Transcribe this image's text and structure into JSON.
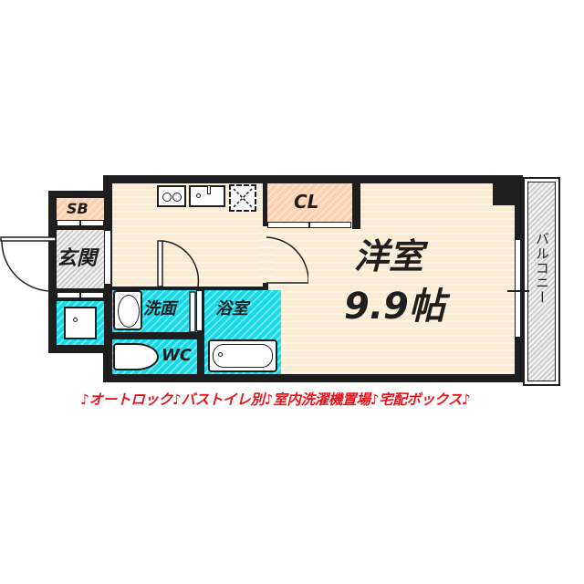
{
  "floor_plan": {
    "rooms": {
      "western_room": {
        "name": "洋室",
        "size": "9.9帖"
      },
      "closet": {
        "label": "CL"
      },
      "shoe_box": {
        "label": "SB"
      },
      "entrance": {
        "label": "玄関"
      },
      "washroom": {
        "label": "洗面"
      },
      "bathroom": {
        "label": "浴室"
      },
      "toilet": {
        "label": "WC"
      },
      "balcony": {
        "label": "バルコニー"
      }
    },
    "fixtures": [
      "stove-burners",
      "kitchen-sink",
      "refrigerator-space",
      "washing-machine-space",
      "wash-basin",
      "toilet-bowl",
      "bathtub"
    ]
  },
  "features_banner": {
    "text": "♪オートロック♪バストイレ別♪室内洗濯機置場♪宅配ボックス♪",
    "items": [
      "オートロック",
      "バストイレ別",
      "室内洗濯機置場",
      "宅配ボックス"
    ],
    "color": "#e8141c"
  },
  "colors": {
    "wall": "#1e1e1e",
    "floor": "#fdebd3",
    "wet_area": "#19d9e6",
    "closet": "#fcd0b0",
    "balcony": "#cfcfcf"
  }
}
